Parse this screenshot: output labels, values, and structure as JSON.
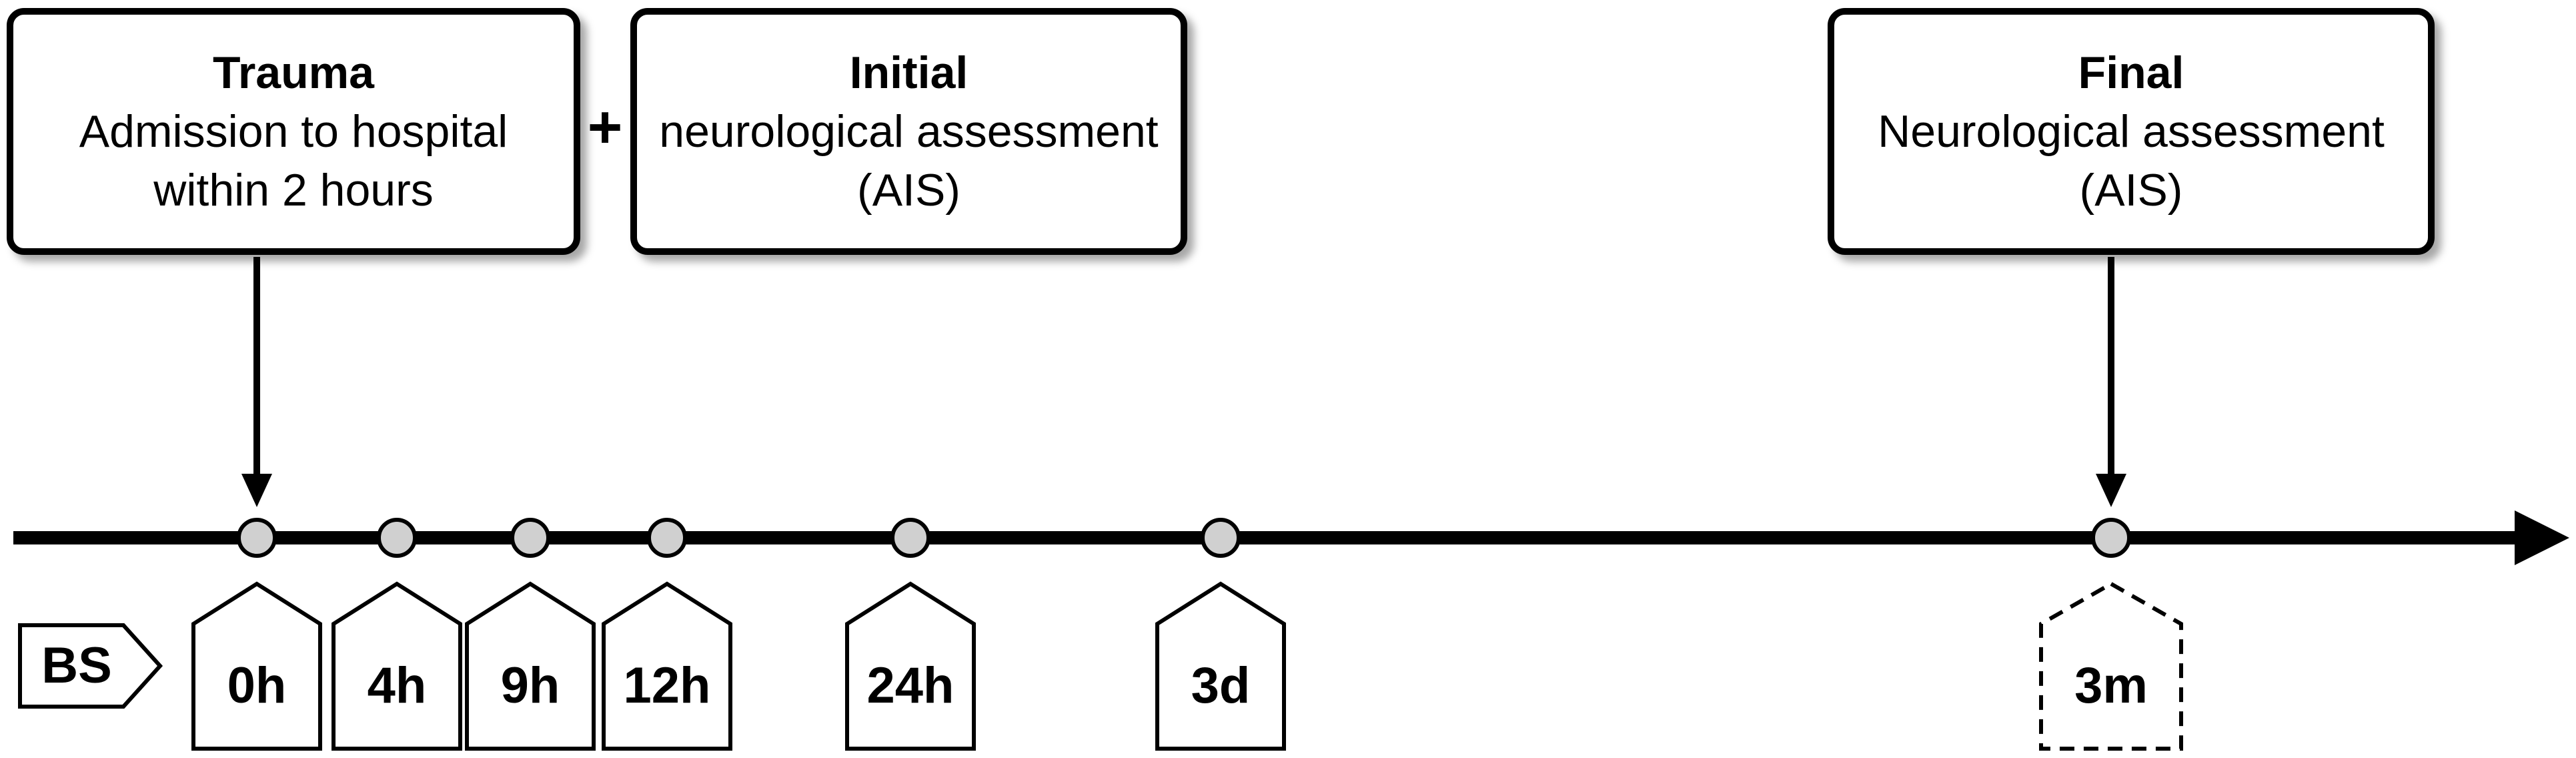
{
  "boxes": {
    "trauma": {
      "title": "Trauma",
      "line1": "Admission to hospital",
      "line2": "within 2 hours"
    },
    "plus": "+",
    "initial": {
      "title": "Initial",
      "line1": "neurological assessment",
      "line2": "(AIS)"
    },
    "final": {
      "title": "Final",
      "line1": "Neurological assessment",
      "line2": "(AIS)"
    }
  },
  "start_marker": "BS",
  "timepoints": [
    {
      "label": "0h",
      "style": "solid"
    },
    {
      "label": "4h",
      "style": "solid"
    },
    {
      "label": "9h",
      "style": "solid"
    },
    {
      "label": "12h",
      "style": "solid"
    },
    {
      "label": "24h",
      "style": "solid"
    },
    {
      "label": "3d",
      "style": "solid"
    },
    {
      "label": "3m",
      "style": "dashed"
    }
  ],
  "colors": {
    "line": "#000000",
    "dot": "#d0d0d0",
    "background": "#ffffff"
  }
}
